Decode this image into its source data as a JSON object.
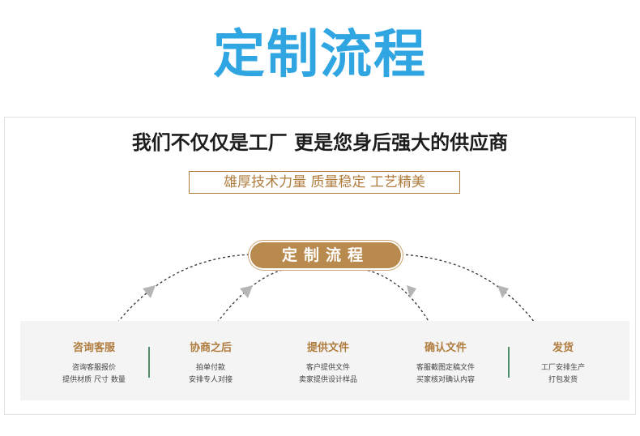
{
  "colors": {
    "title": "#2fa5e2",
    "accent": "#b07c3e",
    "pill": "#b88a4e",
    "step_title": "#b07c3e",
    "divider": "#4f8e6a"
  },
  "header": {
    "title": "定制流程"
  },
  "panel": {
    "slogan": "我们不仅仅是工厂 更是您身后强大的供应商",
    "sub_slogan": "雄厚技术力量 质量稳定 工艺精美",
    "process_label": "定制流程"
  },
  "steps": [
    {
      "title": "咨询客服",
      "line1": "咨询客服报价",
      "line2": "提供材质 尺寸 数量"
    },
    {
      "title": "协商之后",
      "line1": "拍单付款",
      "line2": "安排专人对接"
    },
    {
      "title": "提供文件",
      "line1": "客户提供文件",
      "line2": "卖家提供设计样品"
    },
    {
      "title": "确认文件",
      "line1": "客服截图定稿文件",
      "line2": "买家核对确认内容"
    },
    {
      "title": "发货",
      "line1": "工厂安排生产",
      "line2": "打包发货"
    }
  ]
}
